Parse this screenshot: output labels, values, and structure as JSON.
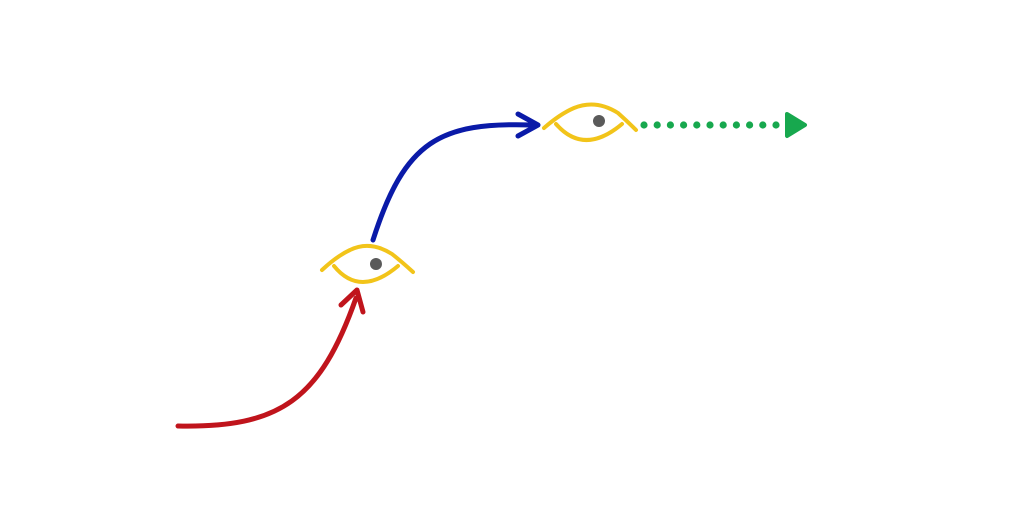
{
  "diagram": {
    "colors": {
      "background": "#ffffff",
      "eye_outline": "#f2c41a",
      "pupil": "#5a5a5a",
      "red_arrow": "#c0141c",
      "blue_arrow": "#0a1aa8",
      "green_arrow": "#17a84e"
    },
    "icons": [
      "eye-icon",
      "eye-icon"
    ],
    "connectors": [
      {
        "name": "red-curved-arrow",
        "style": "solid",
        "target": "first-eye"
      },
      {
        "name": "blue-curved-arrow",
        "style": "solid",
        "target": "second-eye"
      },
      {
        "name": "green-dotted-arrow",
        "style": "dotted",
        "target": "right"
      }
    ]
  }
}
